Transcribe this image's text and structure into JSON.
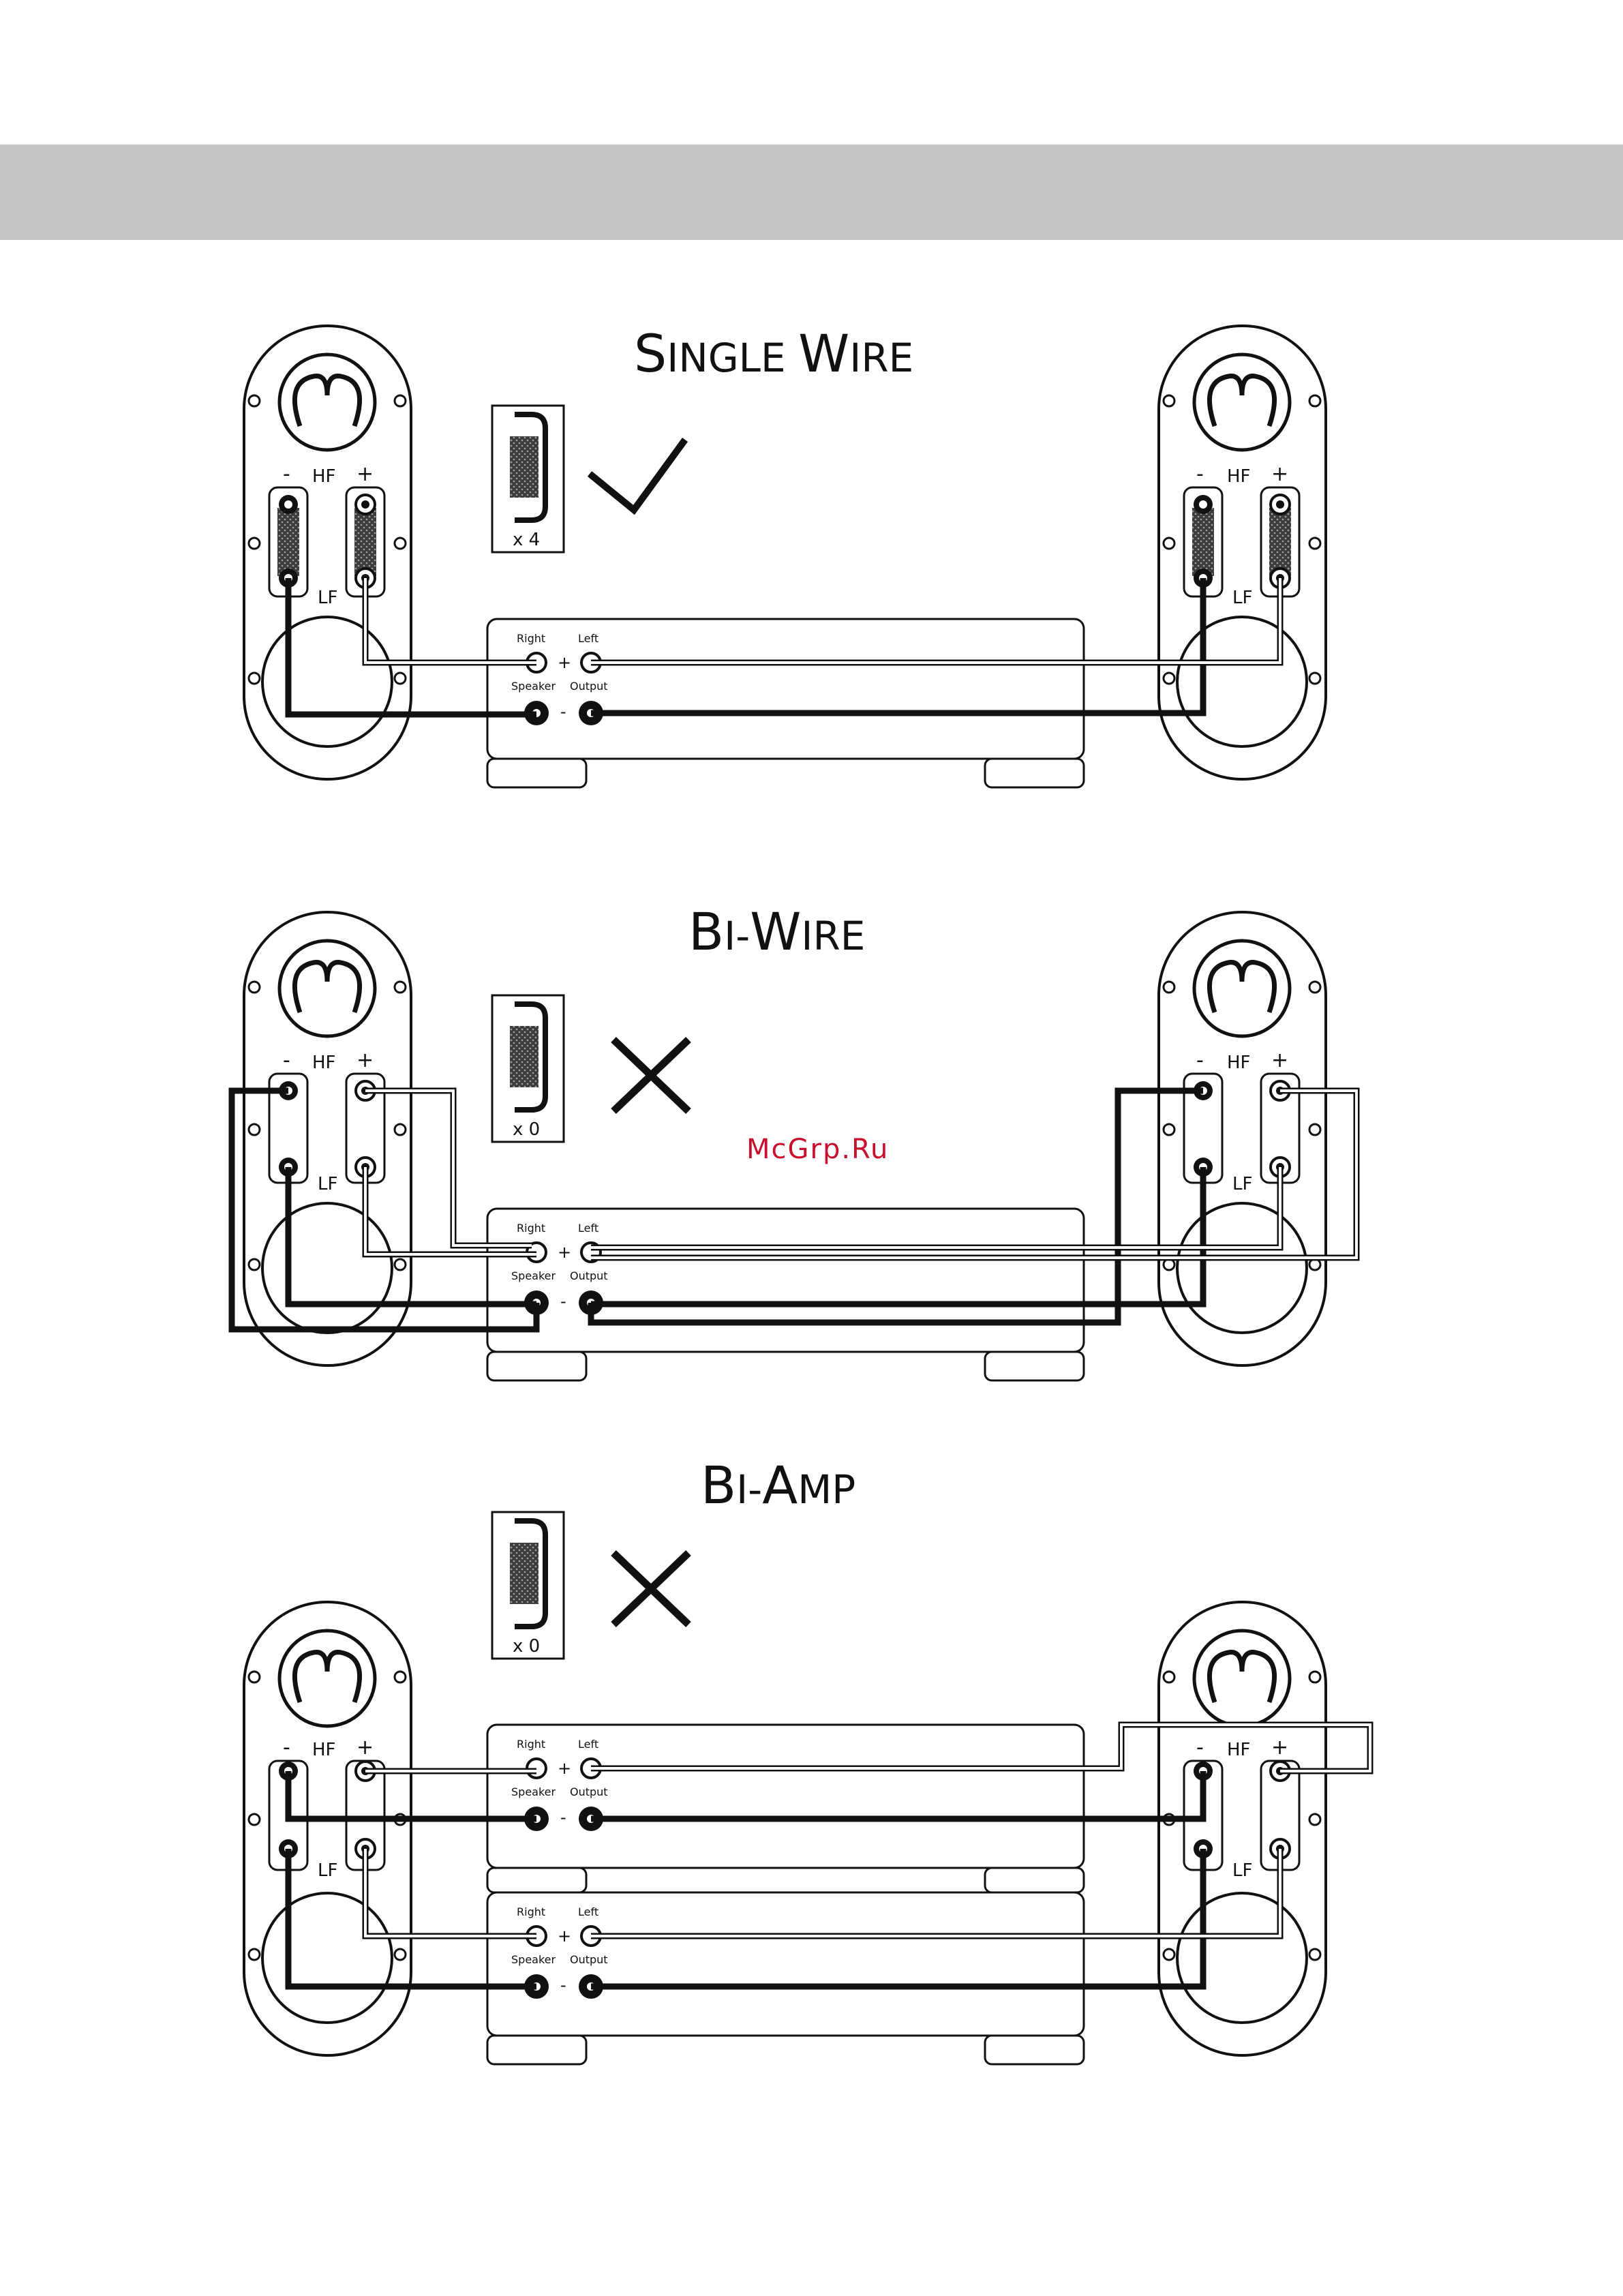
{
  "watermark": "McGrp.Ru",
  "diagrams": [
    {
      "title_first": "S",
      "title_rest": "INGLE ",
      "title_first2": "W",
      "title_rest2": "IRE",
      "links_label": "x 4",
      "status": "check"
    },
    {
      "title_first": "B",
      "title_rest": "I-",
      "title_first2": "W",
      "title_rest2": "IRE",
      "links_label": "x 0",
      "status": "cross"
    },
    {
      "title_first": "B",
      "title_rest": "I-",
      "title_first2": "A",
      "title_rest2": "MP",
      "links_label": "x 0",
      "status": "cross"
    }
  ],
  "terminal_labels": {
    "minus": "-",
    "plus": "+",
    "hf": "HF",
    "lf": "LF"
  },
  "amp_labels": {
    "right": "Right",
    "left": "Left",
    "speaker": "Speaker",
    "output": "Output",
    "plus": "+",
    "minus": "-"
  },
  "colors": {
    "header_bar": "#c6c6c6",
    "watermark": "#c8102e",
    "ink": "#111111"
  }
}
